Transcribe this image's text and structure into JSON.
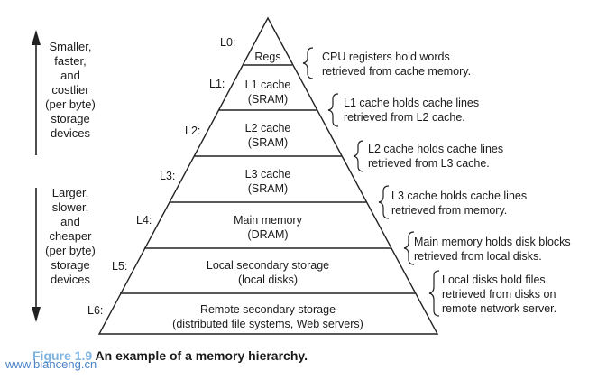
{
  "top_label": {
    "line1": "Smaller,",
    "line2": "faster,",
    "line3": "and",
    "line4": "costlier",
    "line5": "(per byte)",
    "line6": "storage",
    "line7": "devices"
  },
  "bottom_label": {
    "line1": "Larger,",
    "line2": "slower,",
    "line3": "and",
    "line4": "cheaper",
    "line5": "(per byte)",
    "line6": "storage",
    "line7": "devices"
  },
  "levels": [
    {
      "level": "L0:",
      "name1": "Regs",
      "name2": "",
      "desc1": "CPU registers hold words",
      "desc2": "retrieved from cache memory.",
      "desc3": ""
    },
    {
      "level": "L1:",
      "name1": "L1 cache",
      "name2": "(SRAM)",
      "desc1": "L1 cache holds cache lines",
      "desc2": "retrieved from L2 cache.",
      "desc3": ""
    },
    {
      "level": "L2:",
      "name1": "L2 cache",
      "name2": "(SRAM)",
      "desc1": "L2 cache holds cache lines",
      "desc2": "retrieved from L3 cache.",
      "desc3": ""
    },
    {
      "level": "L3:",
      "name1": "L3 cache",
      "name2": "(SRAM)",
      "desc1": "L3 cache holds cache lines",
      "desc2": "retrieved from memory.",
      "desc3": ""
    },
    {
      "level": "L4:",
      "name1": "Main memory",
      "name2": "(DRAM)",
      "desc1": "Main memory holds disk blocks",
      "desc2": "retrieved from local disks.",
      "desc3": ""
    },
    {
      "level": "L5:",
      "name1": "Local secondary storage",
      "name2": "(local disks)",
      "desc1": "Local disks hold files",
      "desc2": "retrieved from disks on",
      "desc3": "remote network server."
    },
    {
      "level": "L6:",
      "name1": "Remote secondary storage",
      "name2": "(distributed file systems, Web servers)",
      "desc1": "",
      "desc2": "",
      "desc3": ""
    }
  ],
  "caption": {
    "figure": "Figure 1.9",
    "text": "An example of a memory hierarchy."
  },
  "watermark": "www.bianceng.cn"
}
